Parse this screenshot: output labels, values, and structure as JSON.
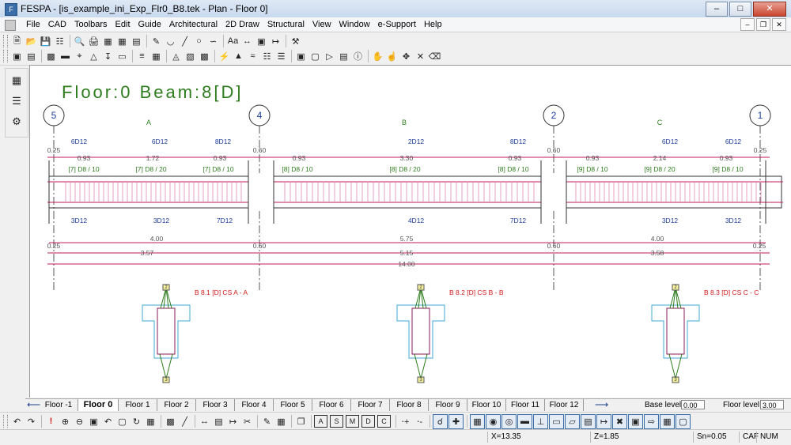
{
  "window": {
    "title": "FESPA - [is_example_ini_Exp_Flr0_B8.tek - Plan - Floor 0]",
    "app_icon": "F"
  },
  "menu": [
    "File",
    "CAD",
    "Toolbars",
    "Edit",
    "Guide",
    "Architectural",
    "2D Draw",
    "Structural",
    "View",
    "Window",
    "e-Support",
    "Help"
  ],
  "drawing": {
    "heading": "Floor:0  Beam:8[D]",
    "axis_numbers": [
      "5",
      "4",
      "2",
      "1"
    ],
    "axis_letters": [
      "A",
      "B",
      "C"
    ],
    "support_widths": [
      "0.25",
      "0.60",
      "0.60",
      "0.25"
    ],
    "top_segments": [
      "0.93",
      "1.72",
      "0.93",
      "0.93",
      "3.30",
      "0.93",
      "0.93",
      "2.14",
      "0.93"
    ],
    "top_bars": [
      "6D12",
      "6D12",
      "8D12",
      "2D12",
      "8D12",
      "6D12",
      "6D12"
    ],
    "stirrups": [
      "[7] D8 / 10",
      "[7] D8 / 20",
      "[7] D8 / 10",
      "[8] D8 / 10",
      "[8] D8 / 20",
      "[8] D8 / 10",
      "[9] D8 / 10",
      "[9] D8 / 20",
      "[9] D8 / 10"
    ],
    "bottom_bars": [
      "3D12",
      "3D12",
      "7D12",
      "4D12",
      "7D12",
      "3D12",
      "3D12"
    ],
    "span_lengths": [
      "4.00",
      "5.75",
      "4.00"
    ],
    "clear_spans": [
      "0.25",
      "3.57",
      "0.60",
      "5.15",
      "0.60",
      "3.58",
      "0.25"
    ],
    "total_length": "14.00",
    "section_labels": [
      "B 8.1 [D] CS A - A",
      "B 8.2 [D] CS B - B",
      "B 8.3 [D] CS C - C"
    ],
    "section_marks": [
      "2",
      "3"
    ]
  },
  "floor_tabs": [
    "Floor -1",
    "Floor 0",
    "Floor 1",
    "Floor 2",
    "Floor 3",
    "Floor 4",
    "Floor 5",
    "Floor 6",
    "Floor 7",
    "Floor 8",
    "Floor 9",
    "Floor 10",
    "Floor 11",
    "Floor 12"
  ],
  "active_tab": "Floor 0",
  "base_level": {
    "label": "Base level:",
    "value": "0.00"
  },
  "floor_level": {
    "label": "Floor level:",
    "value": "3.00"
  },
  "bottom_letters": [
    "A",
    "S",
    "M",
    "D",
    "C"
  ],
  "status": {
    "x": "X=13.35",
    "z": "Z=1.85",
    "sn": "Sn=0.05",
    "caf": "CAF",
    "num": "NUM"
  },
  "colors": {
    "green": "#2e7d1e",
    "magenta": "#c2185b",
    "blue": "#1f3f9a",
    "red": "#d01818",
    "grey": "#555555"
  }
}
